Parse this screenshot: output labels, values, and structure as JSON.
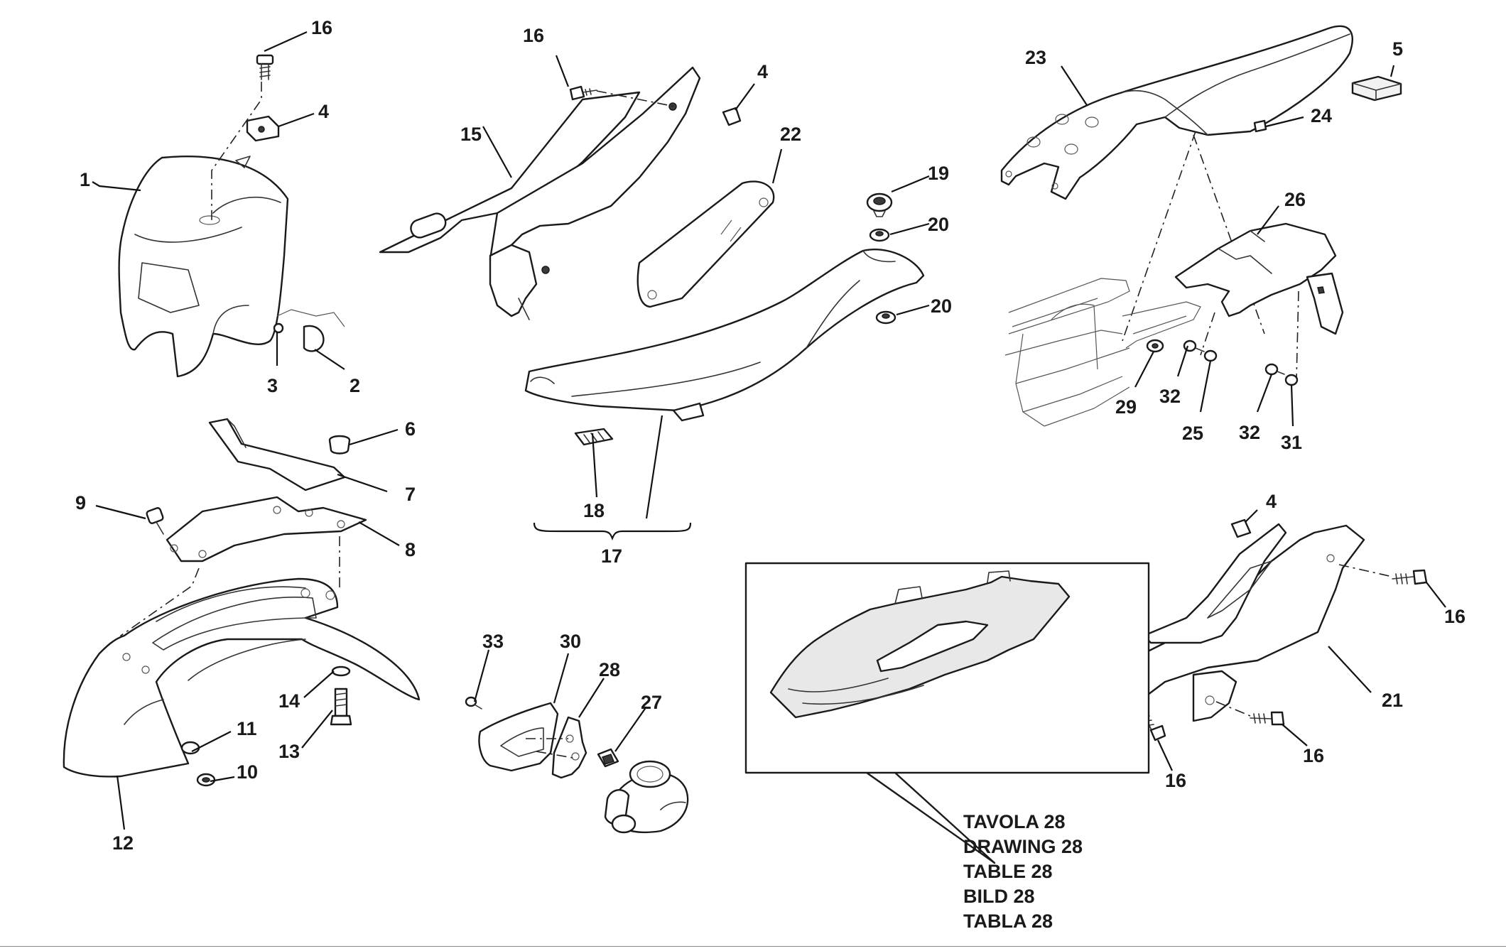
{
  "callouts": {
    "c1": "1",
    "c2": "2",
    "c3": "3",
    "c4a": "4",
    "c4b": "4",
    "c4c": "4",
    "c5": "5",
    "c6": "6",
    "c7": "7",
    "c8": "8",
    "c9": "9",
    "c10": "10",
    "c11": "11",
    "c12": "12",
    "c13": "13",
    "c14": "14",
    "c15": "15",
    "c16a": "16",
    "c16b": "16",
    "c16c": "16",
    "c16d": "16",
    "c16e": "16",
    "c17": "17",
    "c18": "18",
    "c19": "19",
    "c20a": "20",
    "c20b": "20",
    "c21": "21",
    "c22": "22",
    "c23": "23",
    "c24": "24",
    "c25": "25",
    "c26": "26",
    "c27": "27",
    "c28": "28",
    "c29": "29",
    "c30": "30",
    "c31": "31",
    "c32a": "32",
    "c32b": "32",
    "c33": "33"
  },
  "drawing_reference": [
    "TAVOLA 28",
    "DRAWING 28",
    "TABLE 28",
    "BILD 28",
    "TABLA 28"
  ]
}
